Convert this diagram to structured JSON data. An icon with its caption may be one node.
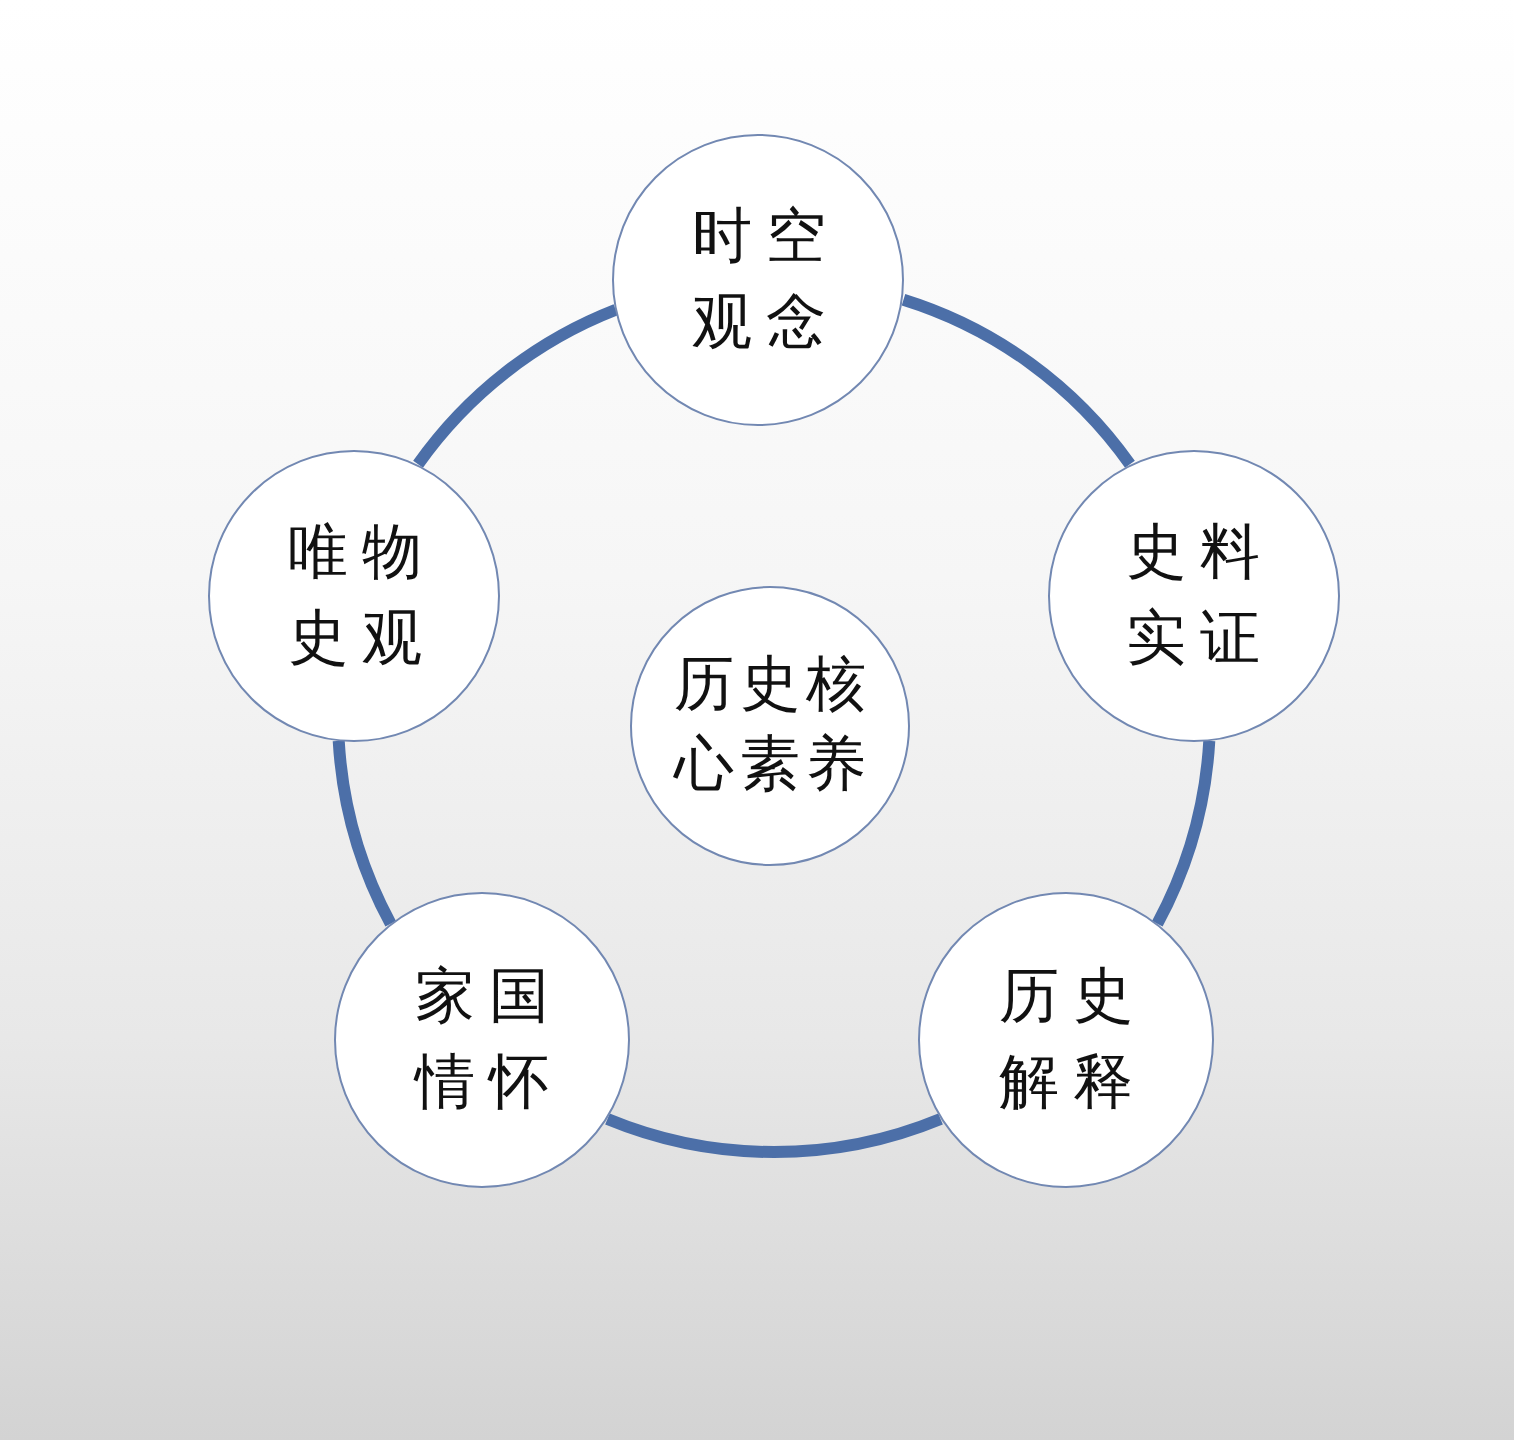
{
  "diagram": {
    "nodes": [
      {
        "text": [
          "时空观念"
        ]
      },
      {
        "text": [
          "唯物史观"
        ]
      },
      {
        "text": [
          "史料实证"
        ]
      },
      {
        "text": [
          "历史核心素养"
        ]
      },
      {
        "text": [
          "家国情怀"
        ]
      },
      {
        "text": [
          "历史解释"
        ]
      }
    ],
    "edges": [
      {
        "from": 0,
        "to": 2,
        "arrow": "none"
      },
      {
        "from": 2,
        "to": 5,
        "arrow": "none"
      },
      {
        "from": 5,
        "to": 4,
        "arrow": "none"
      },
      {
        "from": 4,
        "to": 1,
        "arrow": "none"
      },
      {
        "from": 1,
        "to": 0,
        "arrow": "none"
      }
    ]
  }
}
